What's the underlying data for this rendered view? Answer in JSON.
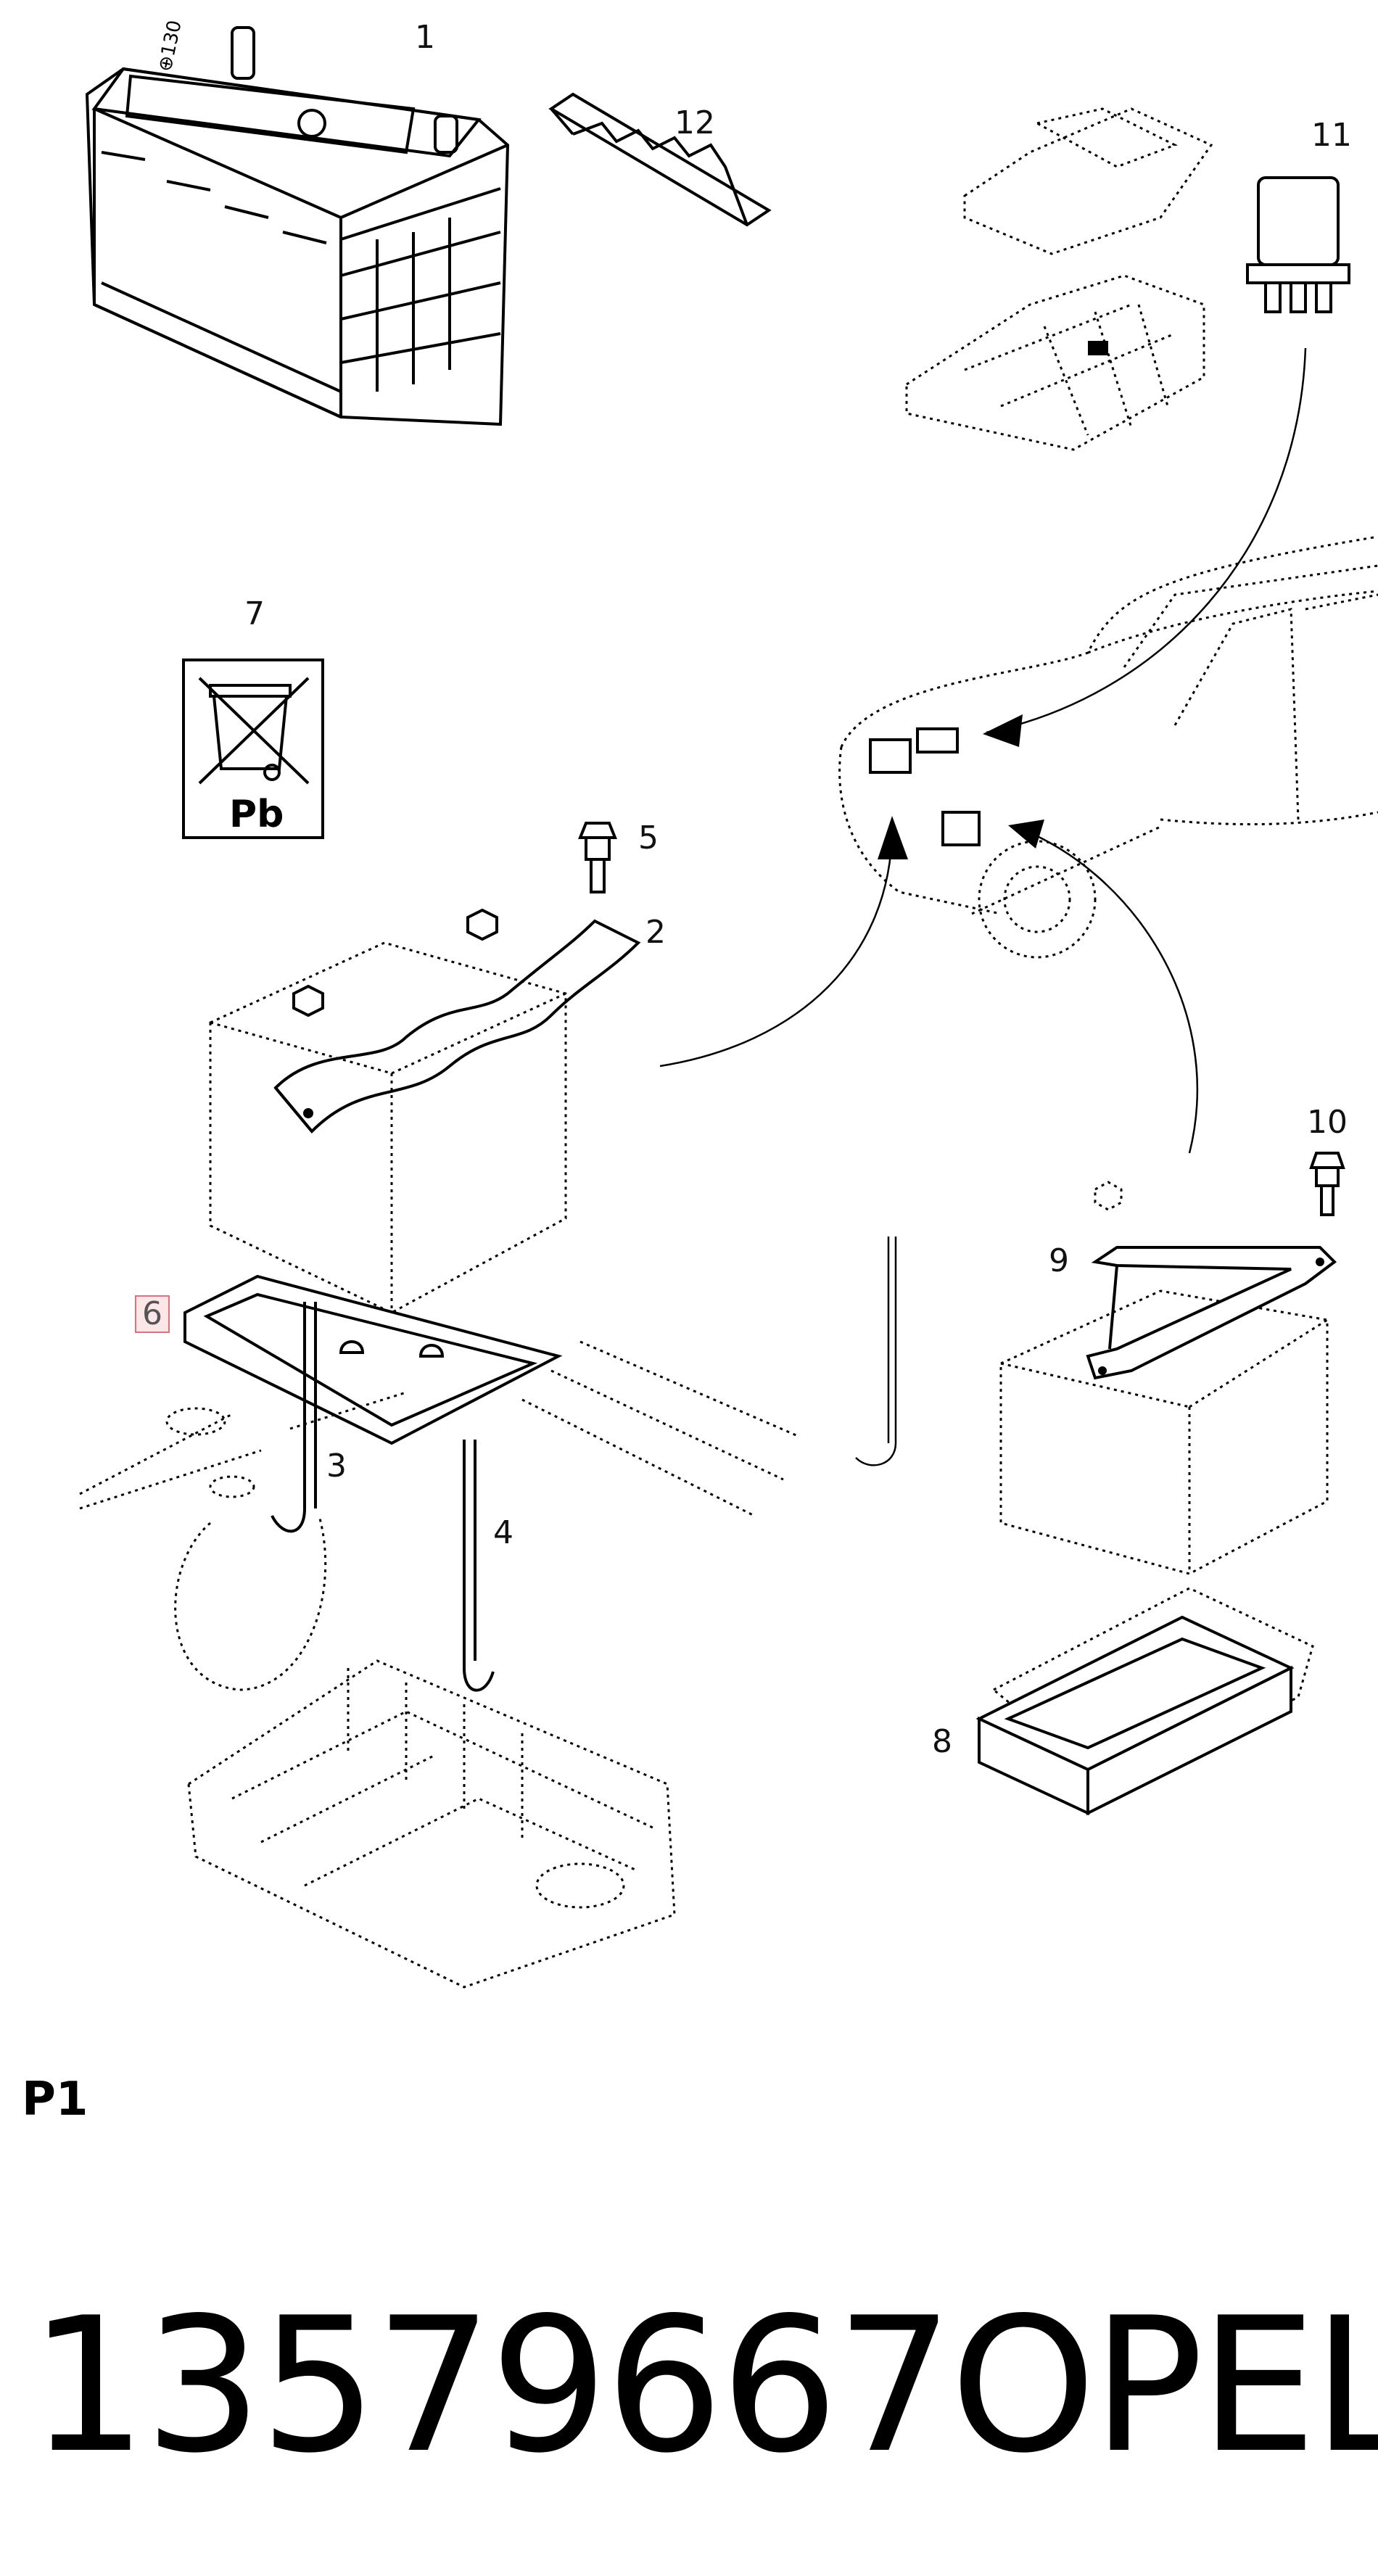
{
  "callouts": {
    "c1": "1",
    "c2": "2",
    "c3": "3",
    "c4": "4",
    "c5": "5",
    "c6": "6",
    "c7": "7",
    "c8": "8",
    "c9": "9",
    "c10": "10",
    "c11": "11",
    "c12": "12"
  },
  "symbol_label": "Pb",
  "page_code": "P1",
  "part_number": "13579667",
  "brand": "OPEL",
  "highlight_color": "#e0707a"
}
